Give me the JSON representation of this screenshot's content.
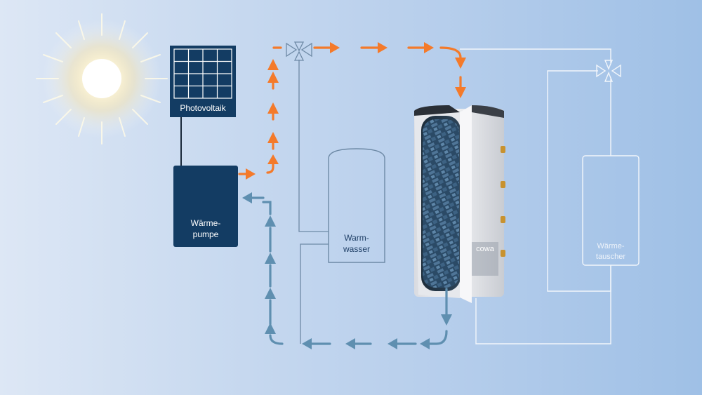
{
  "components": {
    "photovoltaik": "Photovoltaik",
    "waermepumpe_line1": "Wärme-",
    "waermepumpe_line2": "pumpe",
    "warmwasser_line1": "Warm-",
    "warmwasser_line2": "wasser",
    "waermetauscher_line1": "Wärme-",
    "waermetauscher_line2": "tauscher",
    "tank_brand": "cowa"
  },
  "colors": {
    "flow_hot": "#f47a2a",
    "flow_cold": "#5f8fb0",
    "module_fill": "#133c63",
    "pipe": "#6e8aa6",
    "faint_pipe": "#f2f6fb"
  }
}
